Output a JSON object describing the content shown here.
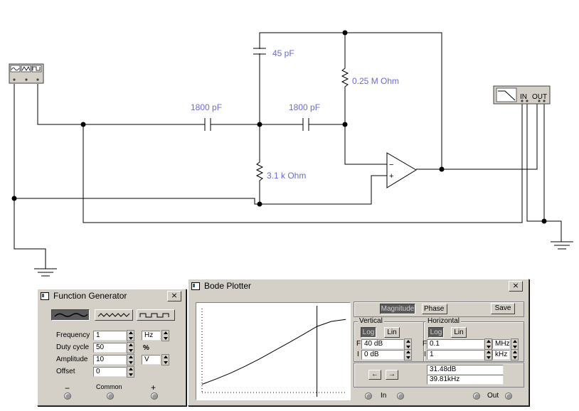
{
  "circuit": {
    "c_top": "45 pF",
    "c_left": "1800 pF",
    "c_mid": "1800 pF",
    "r_top": "0.25 M Ohm",
    "r_bottom": "3.1 k Ohm",
    "bode_terminals": {
      "in": "IN",
      "out": "OUT"
    }
  },
  "function_generator": {
    "title": "Function Generator",
    "close_label": "⨯",
    "rows": [
      {
        "label": "Frequency",
        "value": "1",
        "unit": "Hz",
        "unit_type": "select"
      },
      {
        "label": "Duty cycle",
        "value": "50",
        "unit": "%",
        "unit_type": "text"
      },
      {
        "label": "Amplitude",
        "value": "10",
        "unit": "V",
        "unit_type": "select"
      },
      {
        "label": "Offset",
        "value": "0",
        "unit": "",
        "unit_type": "none"
      }
    ],
    "terminals": {
      "minus": "−",
      "common": "Common",
      "plus": "+"
    }
  },
  "bode_plotter": {
    "title": "Bode Plotter",
    "close_label": "⨯",
    "mode": {
      "magnitude": "Magnitude",
      "phase": "Phase",
      "selected": "Magnitude"
    },
    "save_label": "Save",
    "vertical": {
      "label": "Vertical",
      "log": "Log",
      "lin": "Lin",
      "selected": "Log",
      "f_label": "F",
      "f_value": "40 dB",
      "i_label": "I",
      "i_value": "0 dB"
    },
    "horizontal": {
      "label": "Horizontal",
      "log": "Log",
      "lin": "Lin",
      "selected": "Log",
      "f_label": "F",
      "f_value": "0.1",
      "f_unit": "MHz",
      "i_label": "I",
      "i_value": "1",
      "i_unit": "kHz"
    },
    "readout": {
      "magnitude": "31.48dB",
      "frequency": "39.81kHz"
    },
    "arrow_left": "←",
    "arrow_right": "→",
    "terminals": {
      "in": "In",
      "out": "Out"
    },
    "curve": {
      "type": "line",
      "x_scale": "log",
      "xlim_hz": [
        1000,
        100000
      ],
      "ylim_db": [
        0,
        40
      ],
      "x_hz": [
        1000,
        1585,
        2512,
        3981,
        6310,
        10000,
        15849,
        25119,
        39811,
        63096,
        100000
      ],
      "y_db": [
        3.9,
        6.5,
        9.3,
        12.5,
        16.0,
        19.8,
        23.6,
        27.5,
        31.48,
        33.9,
        34.8
      ],
      "cursor_hz": 39810
    }
  }
}
